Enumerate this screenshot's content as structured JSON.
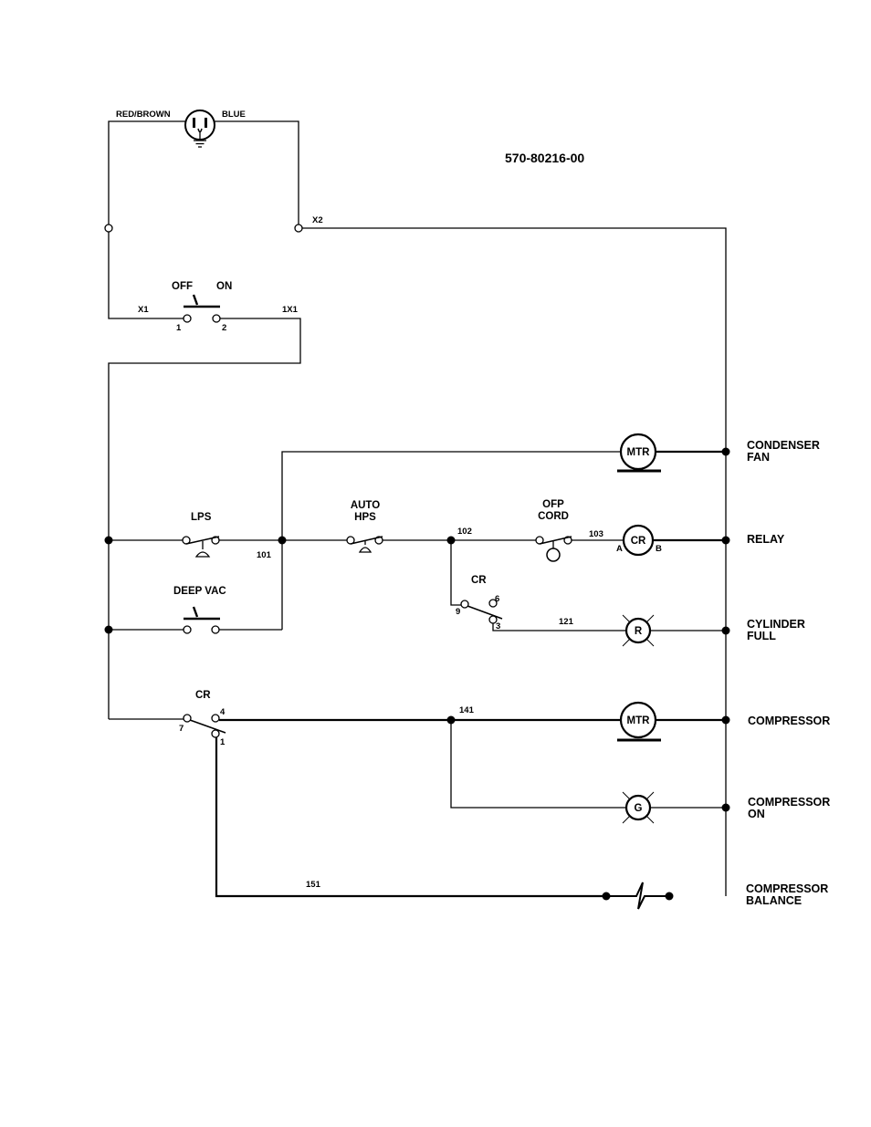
{
  "doc_number": "570-80216-00",
  "plug": {
    "left_label": "RED/BROWN",
    "right_label": "BLUE"
  },
  "wires": {
    "x1": "X1",
    "x2": "X2",
    "x1_1": "1X1",
    "w101": "101",
    "w102": "102",
    "w103": "103",
    "w121": "121",
    "w141": "141",
    "w151": "151"
  },
  "switches": {
    "power": {
      "off": "OFF",
      "on": "ON",
      "pin1": "1",
      "pin2": "2"
    },
    "lps": "LPS",
    "auto_hps": [
      "AUTO",
      "HPS"
    ],
    "ofp_cord": [
      "OFP",
      "CORD"
    ],
    "deep_vac": "DEEP VAC",
    "cr_upper": {
      "label": "CR",
      "pin9": "9",
      "pin6": "6",
      "pin3": "3"
    },
    "cr_lower": {
      "label": "CR",
      "pin7": "7",
      "pin4": "4",
      "pin1": "1"
    }
  },
  "components": {
    "mtr": "MTR",
    "cr_relay": {
      "label": "CR",
      "a": "A",
      "b": "B"
    },
    "lamp_r": "R",
    "lamp_g": "G"
  },
  "row_labels": {
    "condenser_fan": [
      "CONDENSER",
      "FAN"
    ],
    "relay": [
      "RELAY"
    ],
    "cylinder_full": [
      "CYLINDER",
      "FULL"
    ],
    "compressor": [
      "COMPRESSOR"
    ],
    "compressor_on": [
      "COMPRESSOR",
      "ON"
    ],
    "compressor_balance": [
      "COMPRESSOR",
      "BALANCE"
    ]
  }
}
